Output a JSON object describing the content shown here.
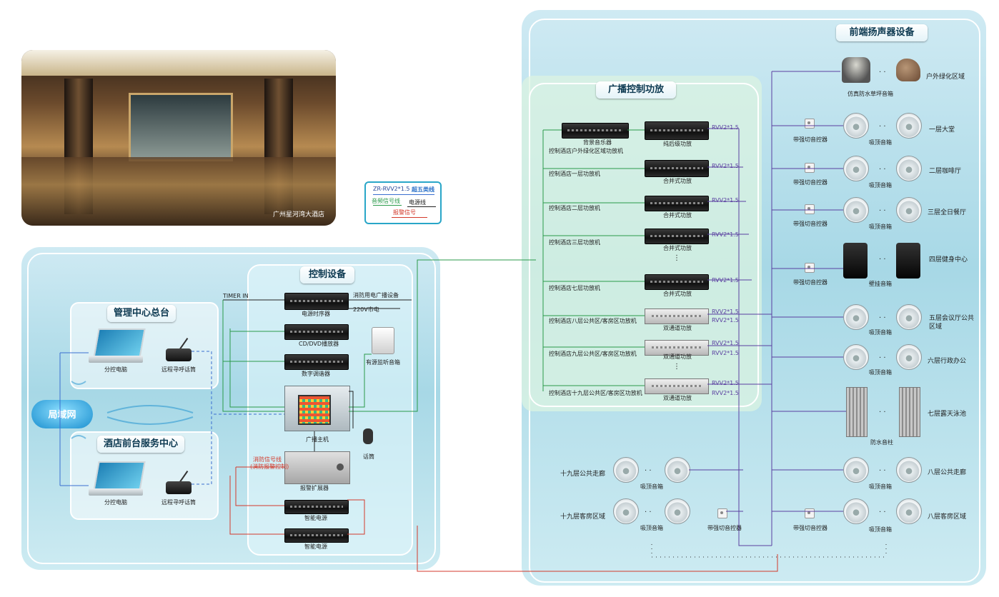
{
  "photo": {
    "caption": "广州星河湾大酒店"
  },
  "legend": {
    "cable": "ZR-RVV2*1.5",
    "net_label": "超五类线",
    "audio_label": "音频信号线",
    "power_label": "电源线",
    "alarm_label": "报警信号"
  },
  "left_panel": {
    "control_title": "控制设备",
    "mgmt_title": "管理中心总台",
    "front_title": "酒店前台服务中心",
    "lan": "局域网",
    "timer_in": "TIMER IN",
    "power_220": "220V市电",
    "mgmt_pc": "分控电脑",
    "mgmt_mic": "远程寻呼话筒",
    "front_pc": "分控电脑",
    "front_mic": "远程寻呼话筒",
    "timer": "电源时序器",
    "fire_label": "消防用电广播设备",
    "cd": "CD/DVD播放器",
    "tuner": "数字调谐器",
    "monitor": "有源监听音箱",
    "host": "广播主机",
    "paging": "话筒",
    "expander": "报警扩展器",
    "fire_signal": "消防信号线",
    "fire_signal2": "(消防报警控制)",
    "sm1": "智能电源",
    "sm2": "智能电源"
  },
  "amp_panel": {
    "title": "广播控制功放",
    "dots": "⋮",
    "rows": [
      {
        "left": "背景音乐器",
        "desc": "控制酒店户外绿化区域功放机",
        "amp": "纯后级功放",
        "cable": "RVV2*1.5"
      },
      {
        "desc": "控制酒店一层功放机",
        "amp": "合并式功放",
        "cable": "RVV2*1.5"
      },
      {
        "desc": "控制酒店二层功放机",
        "amp": "合并式功放",
        "cable": "RVV2*1.5"
      },
      {
        "desc": "控制酒店三层功放机",
        "amp": "合并式功放",
        "cable": "RVV2*1.5"
      },
      {
        "desc": "控制酒店七层功放机",
        "amp": "合并式功放",
        "cable": "RVV2*1.5"
      },
      {
        "desc": "控制酒店八层公共区/客房区功放机",
        "amp": "双通道功放",
        "cable1": "RVV2*1.5",
        "cable2": "RVV2*1.5"
      },
      {
        "desc": "控制酒店九层公共区/客房区功放机",
        "amp": "双通道功放",
        "cable1": "RVV2*1.5",
        "cable2": "RVV2*1.5"
      },
      {
        "desc": "控制酒店十九层公共区/客房区功放机",
        "amp": "双通道功放",
        "cable1": "RVV2*1.5",
        "cable2": "RVV2*1.5"
      }
    ]
  },
  "speaker_panel": {
    "title": "前端扬声器设备",
    "ellipsis": "· ·",
    "volume_label": "带强切音控器",
    "zones": [
      {
        "name": "户外绿化区域",
        "speaker": "仿真防水草坪音箱"
      },
      {
        "name": "一层大堂",
        "speaker": "吸顶音箱"
      },
      {
        "name": "二层咖啡厅",
        "speaker": "吸顶音箱"
      },
      {
        "name": "三层全日餐厅",
        "speaker": "吸顶音箱"
      },
      {
        "name": "四层健身中心",
        "speaker": "壁挂音箱"
      },
      {
        "name": "五层会议厅公共区域",
        "speaker": "吸顶音箱"
      },
      {
        "name": "六层行政办公",
        "speaker": "吸顶音箱"
      },
      {
        "name": "七层露天泳池",
        "speaker": "防水音柱"
      },
      {
        "name": "八层公共走廊",
        "speaker": "吸顶音箱"
      },
      {
        "name": "八层客房区域",
        "speaker": "吸顶音箱"
      }
    ],
    "left_zones": [
      {
        "name": "十九层公共走廊",
        "speaker": "吸顶音箱"
      },
      {
        "name": "十九层客房区域",
        "speaker": "吸顶音箱"
      }
    ]
  },
  "colors": {
    "panel": "#a7d8e6",
    "green_line": "#2a9a4a",
    "blue_line": "#3a6fd0",
    "purple_line": "#5a3fa0",
    "red_line": "#d33a2c"
  }
}
